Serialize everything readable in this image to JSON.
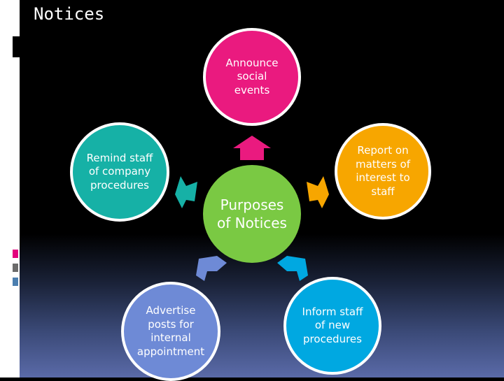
{
  "title": "Notices",
  "diagram": {
    "center": {
      "label": "Purposes of Notices",
      "color": "#7ac943"
    },
    "nodes": [
      {
        "id": "top",
        "label": "Announce social events",
        "color": "#ea1a7f"
      },
      {
        "id": "right",
        "label": "Report on matters of interest to staff",
        "color": "#f7a600"
      },
      {
        "id": "bottom-right",
        "label": "Inform staff of new procedures",
        "color": "#00a8e1"
      },
      {
        "id": "bottom-left",
        "label": "Advertise posts for internal appointment",
        "color": "#6e8ad6"
      },
      {
        "id": "left",
        "label": "Remind staff of company procedures",
        "color": "#16b1a6"
      }
    ]
  },
  "sidebar_accents": [
    "#e3007d",
    "#f4a300",
    "#00a8e1",
    "#7ac943"
  ]
}
